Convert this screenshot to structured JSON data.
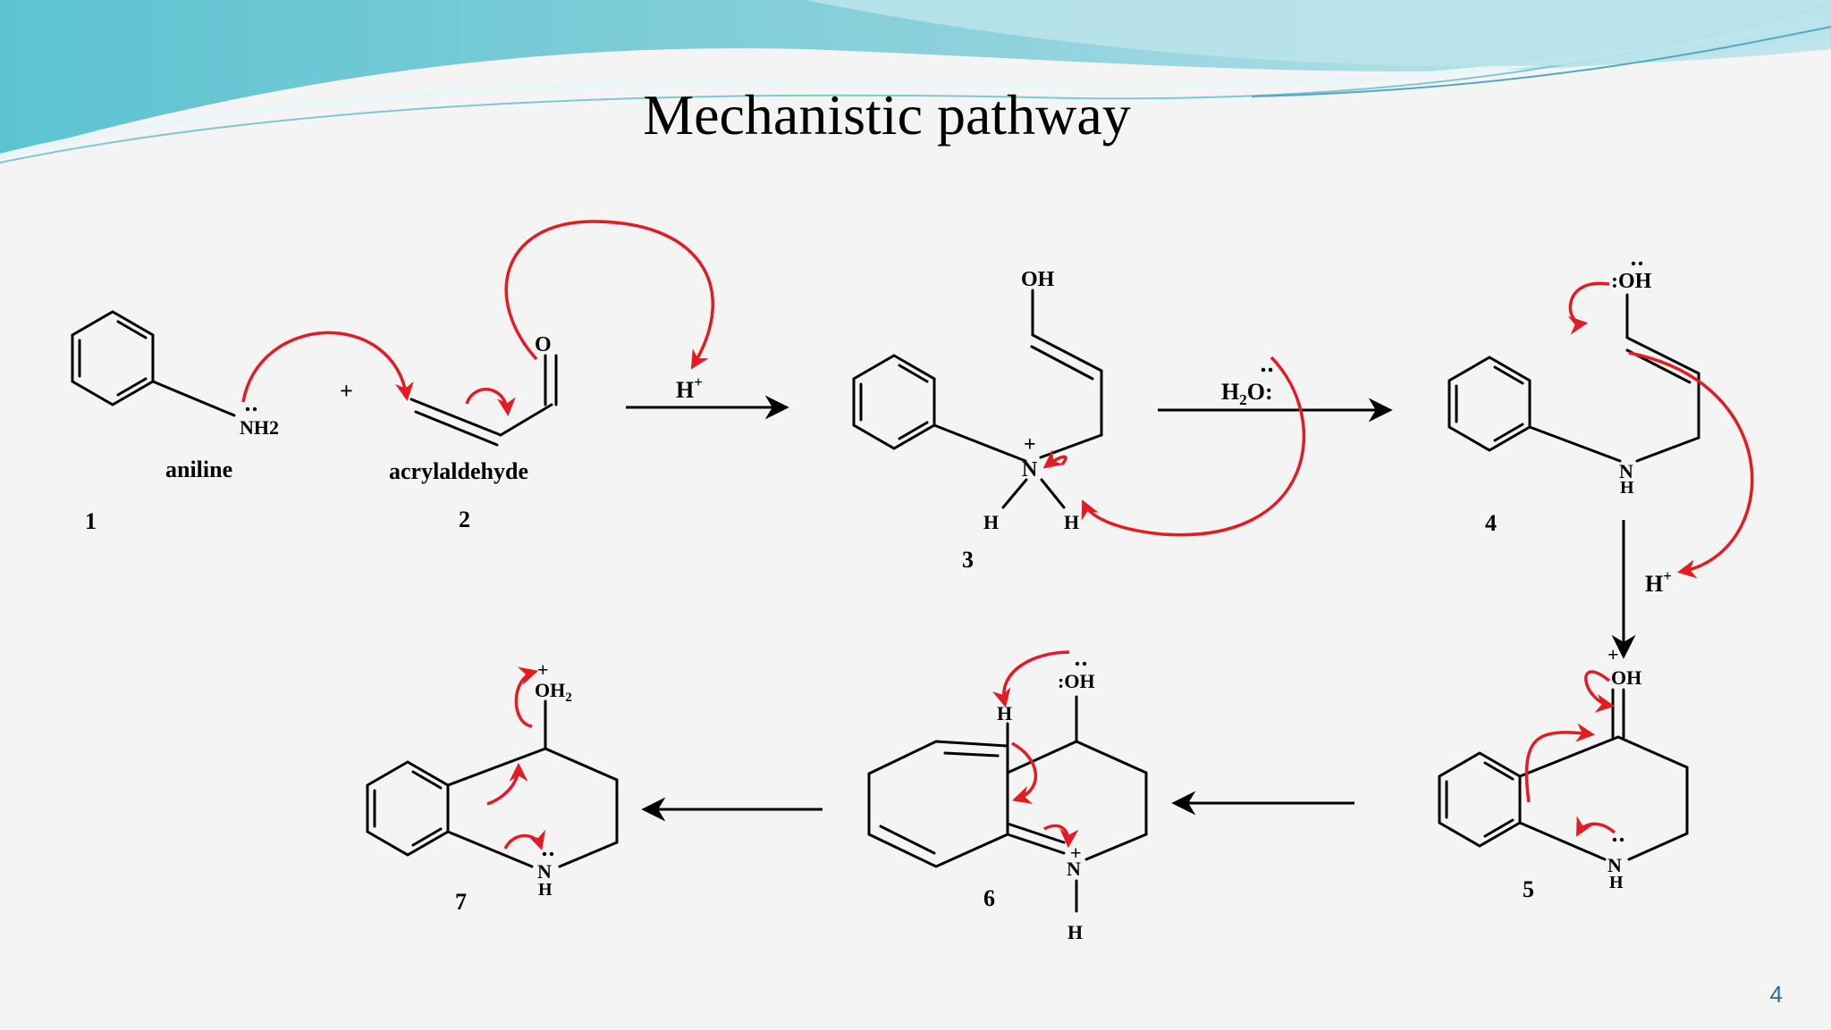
{
  "slide": {
    "title": "Mechanistic pathway",
    "page_number": "4"
  },
  "colors": {
    "banner_light": "#bfe6ec",
    "banner_teal": "#5cc3d0",
    "arrow_red": "#e31b23",
    "page_number": "#2e6b86"
  },
  "labels": {
    "aniline": "aniline",
    "acrylaldehyde": "acrylaldehyde",
    "num_1": "1",
    "num_2": "2",
    "num_3": "3",
    "num_4": "4",
    "num_5": "5",
    "num_6": "6",
    "num_7": "7",
    "plus": "+",
    "reagent_h_plus": "H+",
    "reagent_water": "H2O:",
    "reagent_h_plus_2": "H+"
  },
  "atoms": {
    "nh2": "NH2",
    "oh": "OH",
    "o": "O",
    "n": "N",
    "h": "H",
    "oh2": "OH2",
    "plus_charge": "+"
  }
}
